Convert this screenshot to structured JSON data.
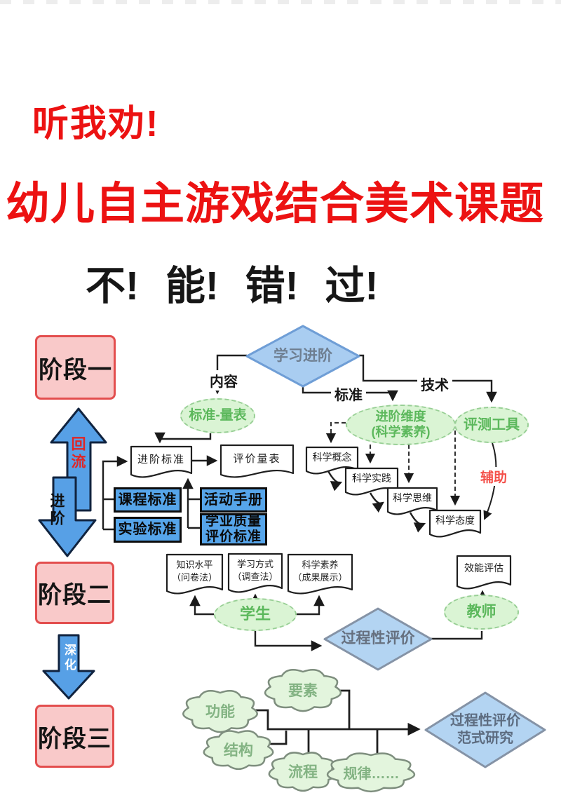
{
  "header": {
    "tagline": "听我劝!",
    "title": "幼儿自主游戏结合美术课题",
    "subtitle": "不! 能! 错! 过!"
  },
  "flowchart": {
    "stages": {
      "one": "阶段一",
      "two": "阶段二",
      "three": "阶段三"
    },
    "stage_arrows": {
      "backflow": "回流",
      "advance": "进阶",
      "deepen": "深化"
    },
    "branch_labels": {
      "content": "内容",
      "standard": "标准",
      "technology": "技术"
    },
    "assist_label": "辅助",
    "diamonds": {
      "learning_progression": "学习进阶",
      "process_evaluation": "过程性评价",
      "paradigm_line1": "过程性评价",
      "paradigm_line2": "范式研究"
    },
    "ellipses": {
      "standard_scale": "标准-量表",
      "dimension_line1": "进阶维度",
      "dimension_line2": "(科学素养)",
      "assessment_tool": "评测工具",
      "student": "学生",
      "teacher": "教师"
    },
    "documents": {
      "progression_standard": "进阶标准",
      "evaluation_scale": "评价量表",
      "science_concept": "科学概念",
      "science_practice": "科学实践",
      "science_thinking": "科学思维",
      "science_attitude": "科学态度",
      "knowledge_level": "知识水平",
      "knowledge_method": "（问卷法）",
      "learning_style": "学习方式",
      "learning_method": "（调查法）",
      "science_literacy": "科学素养",
      "literacy_method": "（成果展示）",
      "efficiency_evaluation": "效能评估"
    },
    "blue_boxes": {
      "curriculum_standard": "课程标准",
      "experiment_standard": "实验标准",
      "activity_handbook": "活动手册",
      "quality_line1": "学业质量",
      "quality_line2": "评价标准"
    },
    "clouds": {
      "function": "功能",
      "structure": "结构",
      "element": "要素",
      "process": "流程",
      "rule": "规律……"
    }
  },
  "colors": {
    "headline_red": "#ec1212",
    "stage_pink_fill": "#f9c9c9",
    "stage_pink_border": "#e34e4e",
    "node_blue": "#56a5ea",
    "diamond_blue": "#b3d4f2",
    "ellipse_green_fill": "#daf4d4",
    "ellipse_green_text": "#5cb85c",
    "cloud_green_fill": "#e3f5dd",
    "assist_red": "#f4504a",
    "backflow_red": "#e02525"
  }
}
